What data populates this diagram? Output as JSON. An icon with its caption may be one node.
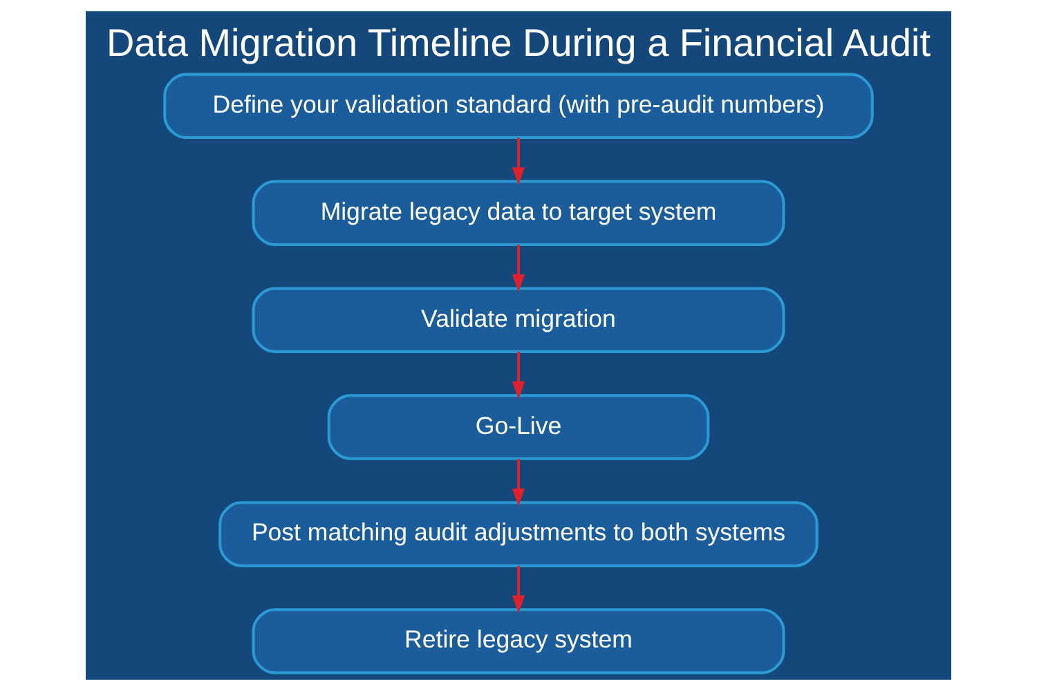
{
  "diagram": {
    "title": "Data Migration Timeline During a Financial Audit",
    "nodes": [
      {
        "text": [
          "Define your validation standard (with pre-audit numbers)"
        ]
      },
      {
        "text": [
          "Migrate legacy data to target system"
        ]
      },
      {
        "text": [
          "Validate migration"
        ]
      },
      {
        "text": [
          "Go-Live"
        ]
      },
      {
        "text": [
          "Post matching audit adjustments to both systems"
        ]
      },
      {
        "text": [
          "Retire legacy system"
        ]
      }
    ],
    "edges": [
      {
        "from": 0,
        "to": 1,
        "arrow": "to"
      },
      {
        "from": 1,
        "to": 2,
        "arrow": "to"
      },
      {
        "from": 2,
        "to": 3,
        "arrow": "to"
      },
      {
        "from": 3,
        "to": 4,
        "arrow": "to"
      },
      {
        "from": 4,
        "to": 5,
        "arrow": "to"
      }
    ]
  }
}
